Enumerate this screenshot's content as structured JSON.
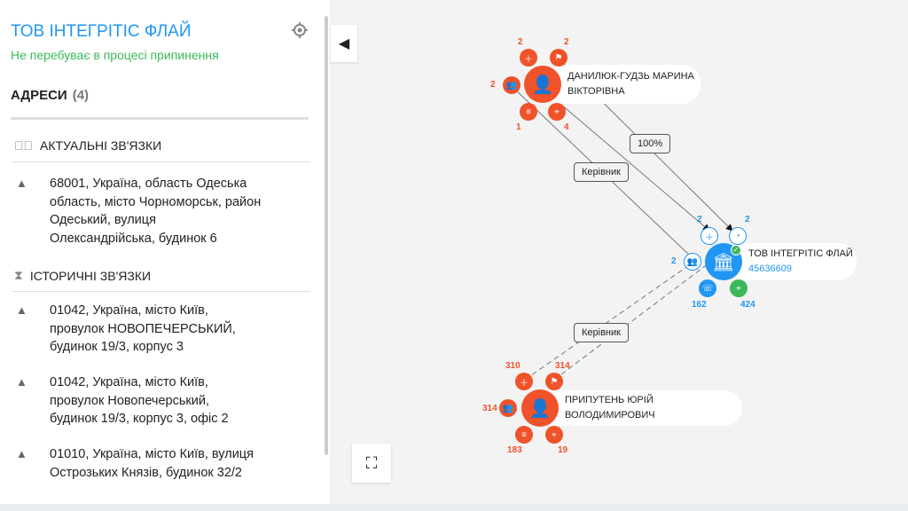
{
  "panel": {
    "title": "ТОВ ІНТЕГРІТІС ФЛАЙ",
    "status": "Не перебуває в процесі припинення",
    "section": "АДРЕСИ",
    "section_count": "(4)",
    "current_label": "АКТУАЛЬНІ ЗВ'ЯЗКИ",
    "historic_label": "ІСТОРИЧНІ ЗВ'ЯЗКИ",
    "current": [
      "68001, Україна, область Одеська область, місто Чорноморськ, район Одеський, вулиця Олександрійська, будинок 6"
    ],
    "historic": [
      "01042, Україна, місто Київ, провулок НОВОПЕЧЕРСЬКИЙ, будинок 19/3, корпус 3",
      "01042, Україна, місто Київ, провулок Новопечерський, будинок 19/3, корпус 3, офіс 2",
      "01010, Україна, місто Київ, вулиця Острозьких Князів, будинок 32/2"
    ]
  },
  "graph": {
    "person1": {
      "name1": "ДАНИЛЮК-ГУДЗЬ МАРИНА",
      "name2": "ВІКТОРІВНА",
      "counts": [
        "2",
        "2",
        "2",
        "1",
        "4"
      ]
    },
    "company": {
      "name": "ТОВ ІНТЕГРІТІС ФЛАЙ",
      "code": "45636609",
      "counts": [
        "2",
        "2",
        "2",
        "162",
        "424"
      ]
    },
    "person2": {
      "name": "ПРИПУТЕНЬ ЮРІЙ ВОЛОДИМИРОВИЧ",
      "counts": [
        "310",
        "314",
        "314",
        "183",
        "19"
      ]
    },
    "edges": {
      "share": "100%",
      "head1": "Керівник",
      "head2": "Керівник"
    },
    "colors": {
      "person": "#f0522a",
      "company": "#2196f3",
      "green": "#3cb85c"
    }
  }
}
